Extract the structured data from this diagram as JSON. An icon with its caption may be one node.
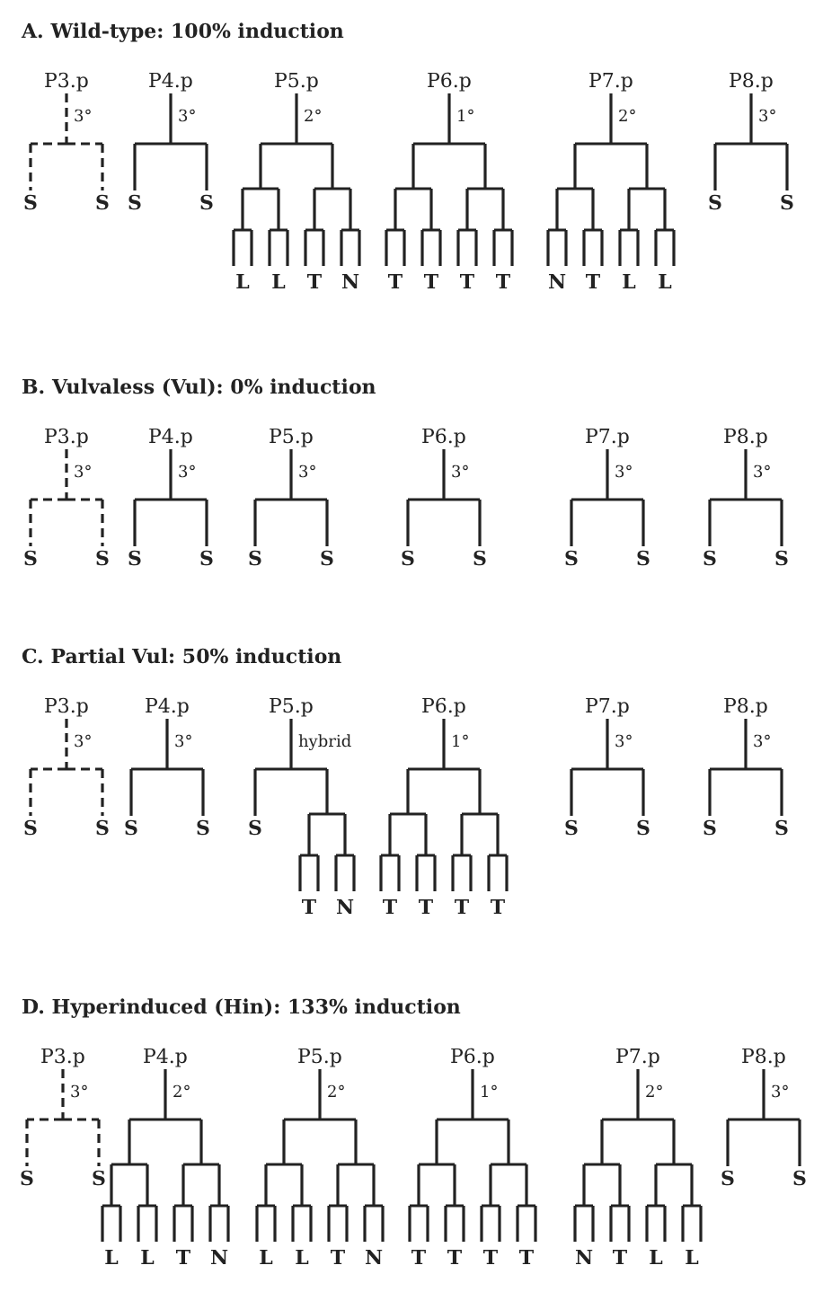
{
  "diagram": {
    "nodes": [
      {
        "text": [
          "P3.p"
        ],
        "beside": [
          "3°"
        ]
      },
      {
        "text": [
          "S"
        ]
      },
      {
        "text": [
          "S"
        ]
      },
      {
        "text": [
          "P4.p"
        ],
        "beside": [
          "3°"
        ]
      },
      {
        "text": [
          "S"
        ]
      },
      {
        "text": [
          "S"
        ]
      },
      {
        "text": [
          "P5.p"
        ],
        "beside": [
          "2°"
        ]
      },
      {
        "text": [
          "L"
        ]
      },
      {
        "text": [
          "L"
        ]
      },
      {
        "text": [
          "T"
        ]
      },
      {
        "text": [
          "N"
        ]
      },
      {
        "text": [
          "P6.p"
        ],
        "beside": [
          "1°"
        ]
      },
      {
        "text": [
          "T"
        ]
      },
      {
        "text": [
          "T"
        ]
      },
      {
        "text": [
          "T"
        ]
      },
      {
        "text": [
          "T"
        ]
      },
      {
        "text": [
          "P7.p"
        ],
        "beside": [
          "2°"
        ]
      },
      {
        "text": [
          "N"
        ]
      },
      {
        "text": [
          "T"
        ]
      },
      {
        "text": [
          "L"
        ]
      },
      {
        "text": [
          "L"
        ]
      },
      {
        "text": [
          "P8.p"
        ],
        "beside": [
          "3°"
        ]
      },
      {
        "text": [
          "S"
        ]
      },
      {
        "text": [
          "S"
        ]
      },
      {
        "text": [
          "P3.p"
        ],
        "beside": [
          "3°"
        ]
      },
      {
        "text": [
          "S"
        ]
      },
      {
        "text": [
          "S"
        ]
      },
      {
        "text": [
          "P4.p"
        ],
        "beside": [
          "3°"
        ]
      },
      {
        "text": [
          "S"
        ]
      },
      {
        "text": [
          "S"
        ]
      },
      {
        "text": [
          "P5.p"
        ],
        "beside": [
          "3°"
        ]
      },
      {
        "text": [
          "S"
        ]
      },
      {
        "text": [
          "S"
        ]
      },
      {
        "text": [
          "P6.p"
        ],
        "beside": [
          "3°"
        ]
      },
      {
        "text": [
          "S"
        ]
      },
      {
        "text": [
          "S"
        ]
      },
      {
        "text": [
          "P7.p"
        ],
        "beside": [
          "3°"
        ]
      },
      {
        "text": [
          "S"
        ]
      },
      {
        "text": [
          "S"
        ]
      },
      {
        "text": [
          "P8.p"
        ],
        "beside": [
          "3°"
        ]
      },
      {
        "text": [
          "S"
        ]
      },
      {
        "text": [
          "S"
        ]
      },
      {
        "text": [
          "P3.p"
        ],
        "beside": [
          "3°"
        ]
      },
      {
        "text": [
          "S"
        ]
      },
      {
        "text": [
          "S"
        ]
      },
      {
        "text": [
          "P4.p"
        ],
        "beside": [
          "3°"
        ]
      },
      {
        "text": [
          "S"
        ]
      },
      {
        "text": [
          "S"
        ]
      },
      {
        "text": [
          "P5.p"
        ],
        "beside": [
          "hybrid"
        ]
      },
      {
        "text": [
          "S"
        ]
      },
      {
        "text": [
          "T"
        ]
      },
      {
        "text": [
          "N"
        ]
      },
      {
        "text": [
          "P6.p"
        ],
        "beside": [
          "1°"
        ]
      },
      {
        "text": [
          "T"
        ]
      },
      {
        "text": [
          "T"
        ]
      },
      {
        "text": [
          "T"
        ]
      },
      {
        "text": [
          "T"
        ]
      },
      {
        "text": [
          "P7.p"
        ],
        "beside": [
          "3°"
        ]
      },
      {
        "text": [
          "S"
        ]
      },
      {
        "text": [
          "S"
        ]
      },
      {
        "text": [
          "P8.p"
        ],
        "beside": [
          "3°"
        ]
      },
      {
        "text": [
          "S"
        ]
      },
      {
        "text": [
          "S"
        ]
      },
      {
        "text": [
          "P3.p"
        ],
        "beside": [
          "3°"
        ]
      },
      {
        "text": [
          "S"
        ]
      },
      {
        "text": [
          "S"
        ]
      },
      {
        "text": [
          "P4.p"
        ],
        "beside": [
          "2°"
        ]
      },
      {
        "text": [
          "L"
        ]
      },
      {
        "text": [
          "L"
        ]
      },
      {
        "text": [
          "T"
        ]
      },
      {
        "text": [
          "N"
        ]
      },
      {
        "text": [
          "P5.p"
        ],
        "beside": [
          "2°"
        ]
      },
      {
        "text": [
          "L"
        ]
      },
      {
        "text": [
          "L"
        ]
      },
      {
        "text": [
          "T"
        ]
      },
      {
        "text": [
          "N"
        ]
      },
      {
        "text": [
          "P6.p"
        ],
        "beside": [
          "1°"
        ]
      },
      {
        "text": [
          "T"
        ]
      },
      {
        "text": [
          "T"
        ]
      },
      {
        "text": [
          "T"
        ]
      },
      {
        "text": [
          "T"
        ]
      },
      {
        "text": [
          "P7.p"
        ],
        "beside": [
          "2°"
        ]
      },
      {
        "text": [
          "N"
        ]
      },
      {
        "text": [
          "T"
        ]
      },
      {
        "text": [
          "L"
        ]
      },
      {
        "text": [
          "L"
        ]
      },
      {
        "text": [
          "P8.p"
        ],
        "beside": [
          "3°"
        ]
      },
      {
        "text": [
          "S"
        ]
      },
      {
        "text": [
          "S"
        ]
      }
    ],
    "edges": [
      {
        "from": 0,
        "to": 1,
        "arrow": "none",
        "style": "dashed"
      },
      {
        "from": 0,
        "to": 2,
        "arrow": "none",
        "style": "dashed"
      },
      {
        "from": 3,
        "to": 4,
        "arrow": "none"
      },
      {
        "from": 3,
        "to": 5,
        "arrow": "none"
      },
      {
        "from": 6,
        "to": 7,
        "arrow": "none"
      },
      {
        "from": 6,
        "to": 8,
        "arrow": "none"
      },
      {
        "from": 6,
        "to": 9,
        "arrow": "none"
      },
      {
        "from": 6,
        "to": 10,
        "arrow": "none"
      },
      {
        "from": 11,
        "to": 12,
        "arrow": "none"
      },
      {
        "from": 11,
        "to": 13,
        "arrow": "none"
      },
      {
        "from": 11,
        "to": 14,
        "arrow": "none"
      },
      {
        "from": 11,
        "to": 15,
        "arrow": "none"
      },
      {
        "from": 16,
        "to": 17,
        "arrow": "none"
      },
      {
        "from": 16,
        "to": 18,
        "arrow": "none"
      },
      {
        "from": 16,
        "to": 19,
        "arrow": "none"
      },
      {
        "from": 16,
        "to": 20,
        "arrow": "none"
      },
      {
        "from": 21,
        "to": 22,
        "arrow": "none"
      },
      {
        "from": 21,
        "to": 23,
        "arrow": "none"
      },
      {
        "from": 24,
        "to": 25,
        "arrow": "none",
        "style": "dashed"
      },
      {
        "from": 24,
        "to": 26,
        "arrow": "none",
        "style": "dashed"
      },
      {
        "from": 27,
        "to": 28,
        "arrow": "none"
      },
      {
        "from": 27,
        "to": 29,
        "arrow": "none"
      },
      {
        "from": 30,
        "to": 31,
        "arrow": "none"
      },
      {
        "from": 30,
        "to": 32,
        "arrow": "none"
      },
      {
        "from": 33,
        "to": 34,
        "arrow": "none"
      },
      {
        "from": 33,
        "to": 35,
        "arrow": "none"
      },
      {
        "from": 36,
        "to": 37,
        "arrow": "none"
      },
      {
        "from": 36,
        "to": 38,
        "arrow": "none"
      },
      {
        "from": 39,
        "to": 40,
        "arrow": "none"
      },
      {
        "from": 39,
        "to": 41,
        "arrow": "none"
      },
      {
        "from": 42,
        "to": 43,
        "arrow": "none",
        "style": "dashed"
      },
      {
        "from": 42,
        "to": 44,
        "arrow": "none",
        "style": "dashed"
      },
      {
        "from": 45,
        "to": 46,
        "arrow": "none"
      },
      {
        "from": 45,
        "to": 47,
        "arrow": "none"
      },
      {
        "from": 48,
        "to": 49,
        "arrow": "none"
      },
      {
        "from": 48,
        "to": 50,
        "arrow": "none"
      },
      {
        "from": 48,
        "to": 51,
        "arrow": "none"
      },
      {
        "from": 52,
        "to": 53,
        "arrow": "none"
      },
      {
        "from": 52,
        "to": 54,
        "arrow": "none"
      },
      {
        "from": 52,
        "to": 55,
        "arrow": "none"
      },
      {
        "from": 52,
        "to": 56,
        "arrow": "none"
      },
      {
        "from": 57,
        "to": 58,
        "arrow": "none"
      },
      {
        "from": 57,
        "to": 59,
        "arrow": "none"
      },
      {
        "from": 60,
        "to": 61,
        "arrow": "none"
      },
      {
        "from": 60,
        "to": 62,
        "arrow": "none"
      },
      {
        "from": 63,
        "to": 64,
        "arrow": "none",
        "style": "dashed"
      },
      {
        "from": 63,
        "to": 65,
        "arrow": "none",
        "style": "dashed"
      },
      {
        "from": 66,
        "to": 67,
        "arrow": "none"
      },
      {
        "from": 66,
        "to": 68,
        "arrow": "none"
      },
      {
        "from": 66,
        "to": 69,
        "arrow": "none"
      },
      {
        "from": 66,
        "to": 70,
        "arrow": "none"
      },
      {
        "from": 71,
        "to": 72,
        "arrow": "none"
      },
      {
        "from": 71,
        "to": 73,
        "arrow": "none"
      },
      {
        "from": 71,
        "to": 74,
        "arrow": "none"
      },
      {
        "from": 71,
        "to": 75,
        "arrow": "none"
      },
      {
        "from": 76,
        "to": 77,
        "arrow": "none"
      },
      {
        "from": 76,
        "to": 78,
        "arrow": "none"
      },
      {
        "from": 76,
        "to": 79,
        "arrow": "none"
      },
      {
        "from": 76,
        "to": 80,
        "arrow": "none"
      },
      {
        "from": 81,
        "to": 82,
        "arrow": "none"
      },
      {
        "from": 81,
        "to": 83,
        "arrow": "none"
      },
      {
        "from": 81,
        "to": 84,
        "arrow": "none"
      },
      {
        "from": 81,
        "to": 85,
        "arrow": "none"
      },
      {
        "from": 86,
        "to": 87,
        "arrow": "none"
      },
      {
        "from": 86,
        "to": 88,
        "arrow": "none"
      }
    ],
    "labels": [
      "A. Wild-type: 100% induction",
      "B. Vulvaless (Vul): 0% induction",
      "C. Partial Vul: 50% induction",
      "D. Hyperinduced (Hin): 133% induction"
    ]
  }
}
